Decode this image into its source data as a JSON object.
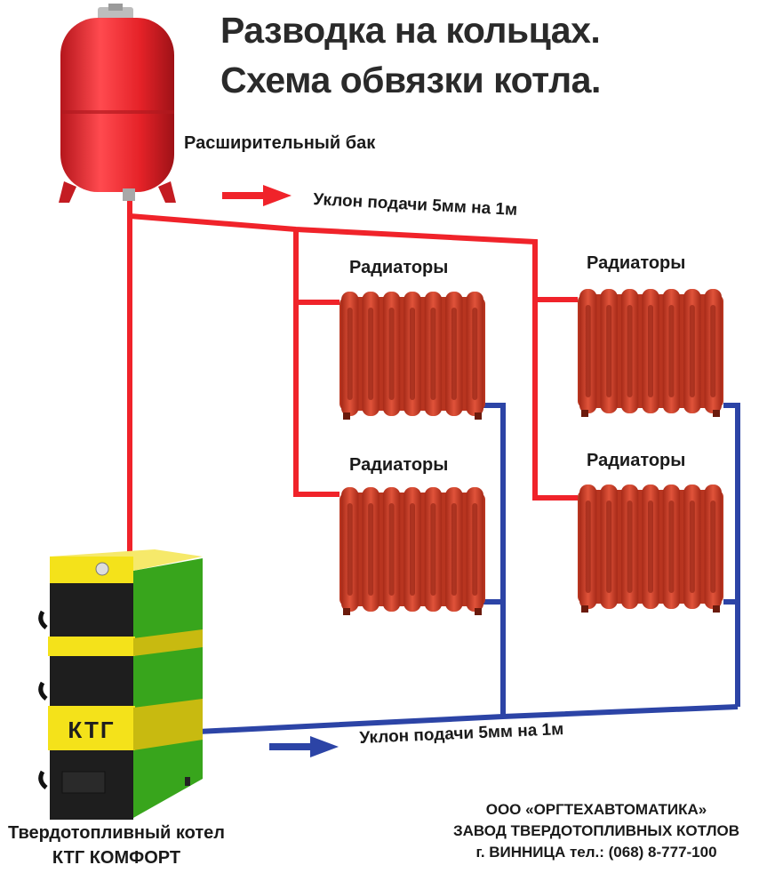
{
  "title": {
    "line1": "Разводка на кольцах.",
    "line2": "Схема обвязки котла."
  },
  "expansion_tank": {
    "label": "Расширительный бак"
  },
  "supply_slope_label": "Уклон подачи 5мм на 1м",
  "return_slope_label": "Уклон подачи 5мм на 1м",
  "radiators": [
    {
      "label": "Радиаторы"
    },
    {
      "label": "Радиаторы"
    },
    {
      "label": "Радиаторы"
    },
    {
      "label": "Радиаторы"
    }
  ],
  "boiler": {
    "badge": "КТГ",
    "caption_line1": "Твердотопливный котел",
    "caption_line2": "КТГ КОМФОРТ"
  },
  "footer": {
    "line1": "ООО «ОРГТЕХАВТОМАТИКА»",
    "line2": "ЗАВОД ТВЕРДОТОПЛИВНЫХ КОТЛОВ",
    "line3": "г. ВИННИЦА   тел.: (068) 8-777-100"
  },
  "colors": {
    "supply_pipe": "#f0232a",
    "return_pipe": "#2c44a6",
    "radiator": "#d8422b",
    "tank": "#e8262b",
    "boiler_green": "#3cae1e",
    "boiler_yellow": "#f4e21a",
    "boiler_black": "#1e1e1e"
  }
}
